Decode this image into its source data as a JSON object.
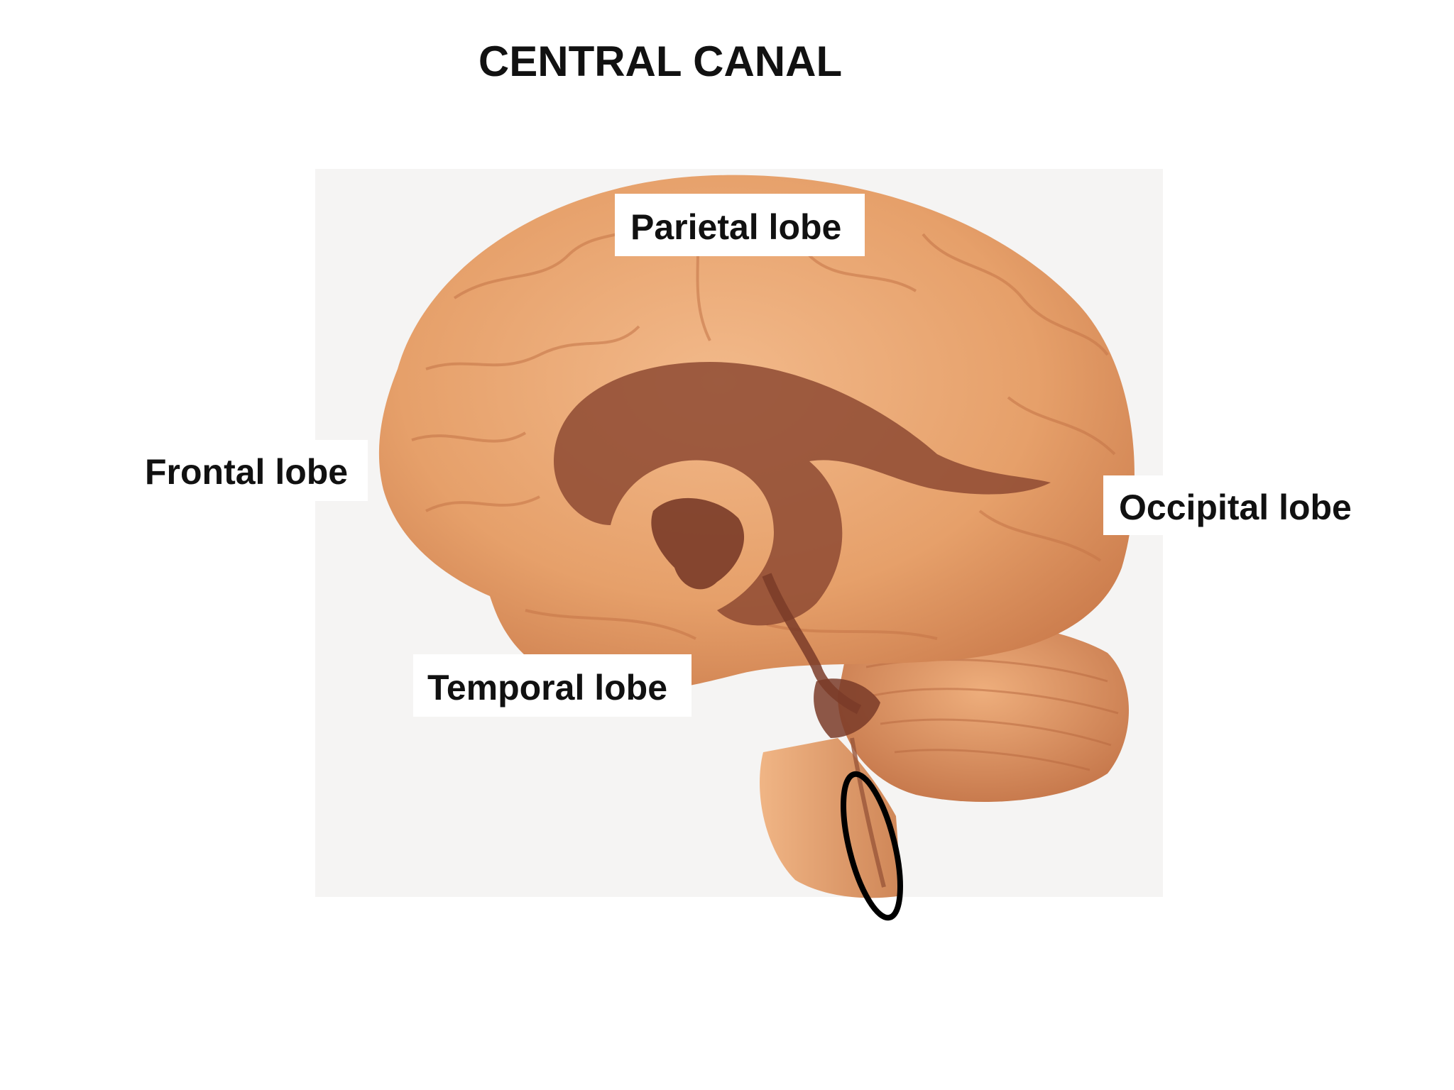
{
  "title": "CENTRAL CANAL",
  "labels": {
    "parietal": "Parietal lobe",
    "frontal": "Frontal lobe",
    "occipital": "Occipital lobe",
    "temporal": "Temporal lobe"
  },
  "colors": {
    "brain": "#e8a872",
    "brain_shadow": "#c9794a",
    "ventricle": "#8e4a33",
    "highlight_ring": "#000000",
    "panel_background": "#f5f4f3"
  },
  "highlighted_structure": "central-canal"
}
